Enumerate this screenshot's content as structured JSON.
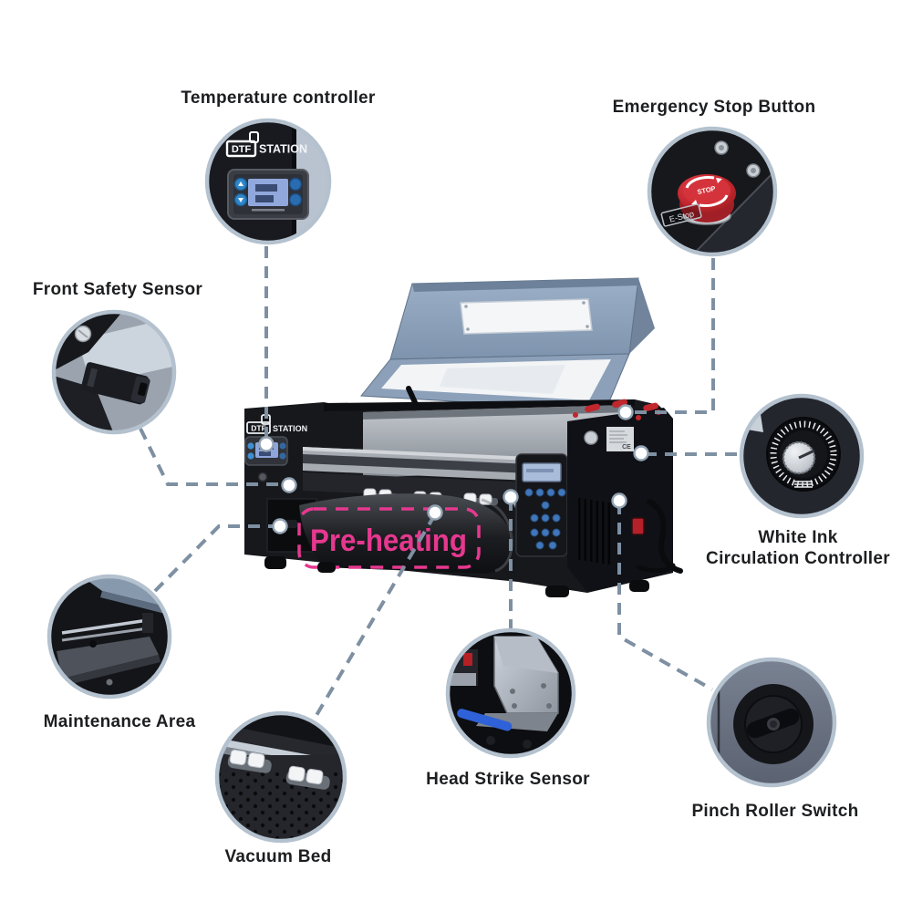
{
  "diagram": {
    "subject": "DTF printer feature callout diagram"
  },
  "printer": {
    "brand_dtf": "DTF",
    "brand_station": "STATION",
    "preheating_label": "Pre-heating",
    "ce_mark": "CE"
  },
  "details": {
    "estop_label": "E-Stop",
    "stop_button_text": "STOP"
  },
  "callouts": [
    {
      "id": "temperature-controller",
      "label": "Temperature controller"
    },
    {
      "id": "emergency-stop-button",
      "label": "Emergency Stop Button"
    },
    {
      "id": "front-safety-sensor",
      "label": "Front Safety Sensor"
    },
    {
      "id": "white-ink-circulation-controller",
      "label_line1": "White Ink",
      "label_line2": "Circulation Controller"
    },
    {
      "id": "maintenance-area",
      "label": "Maintenance Area"
    },
    {
      "id": "vacuum-bed",
      "label": "Vacuum Bed"
    },
    {
      "id": "head-strike-sensor",
      "label": "Head Strike Sensor"
    },
    {
      "id": "pinch-roller-switch",
      "label": "Pinch Roller Switch"
    }
  ],
  "colors": {
    "accent_pink": "#e6388f",
    "connector_line": "#7e90a2",
    "circle_ring": "#b4c1ce",
    "lid_blue": "#8da2bc",
    "body_black": "#17181c",
    "label_text": "#1d1e20",
    "estop_red": "#c4272e",
    "lcd_blue": "#8ea6da"
  }
}
